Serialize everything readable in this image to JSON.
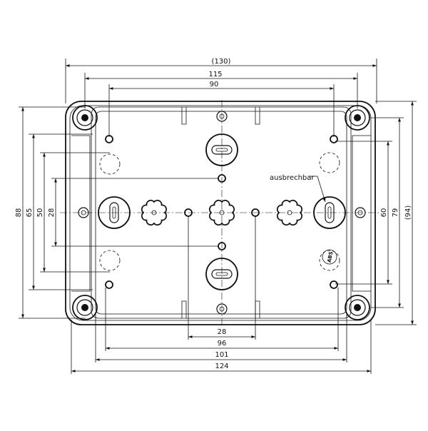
{
  "dimensions": {
    "top": [
      "(130)",
      "115",
      "90"
    ],
    "bottom": [
      "28",
      "96",
      "101",
      "124"
    ],
    "left": [
      "88",
      "65",
      "50",
      "28"
    ],
    "right": [
      "60",
      "79",
      "(94)"
    ]
  },
  "annotation": "ausbrechbar",
  "marking": "ABS"
}
